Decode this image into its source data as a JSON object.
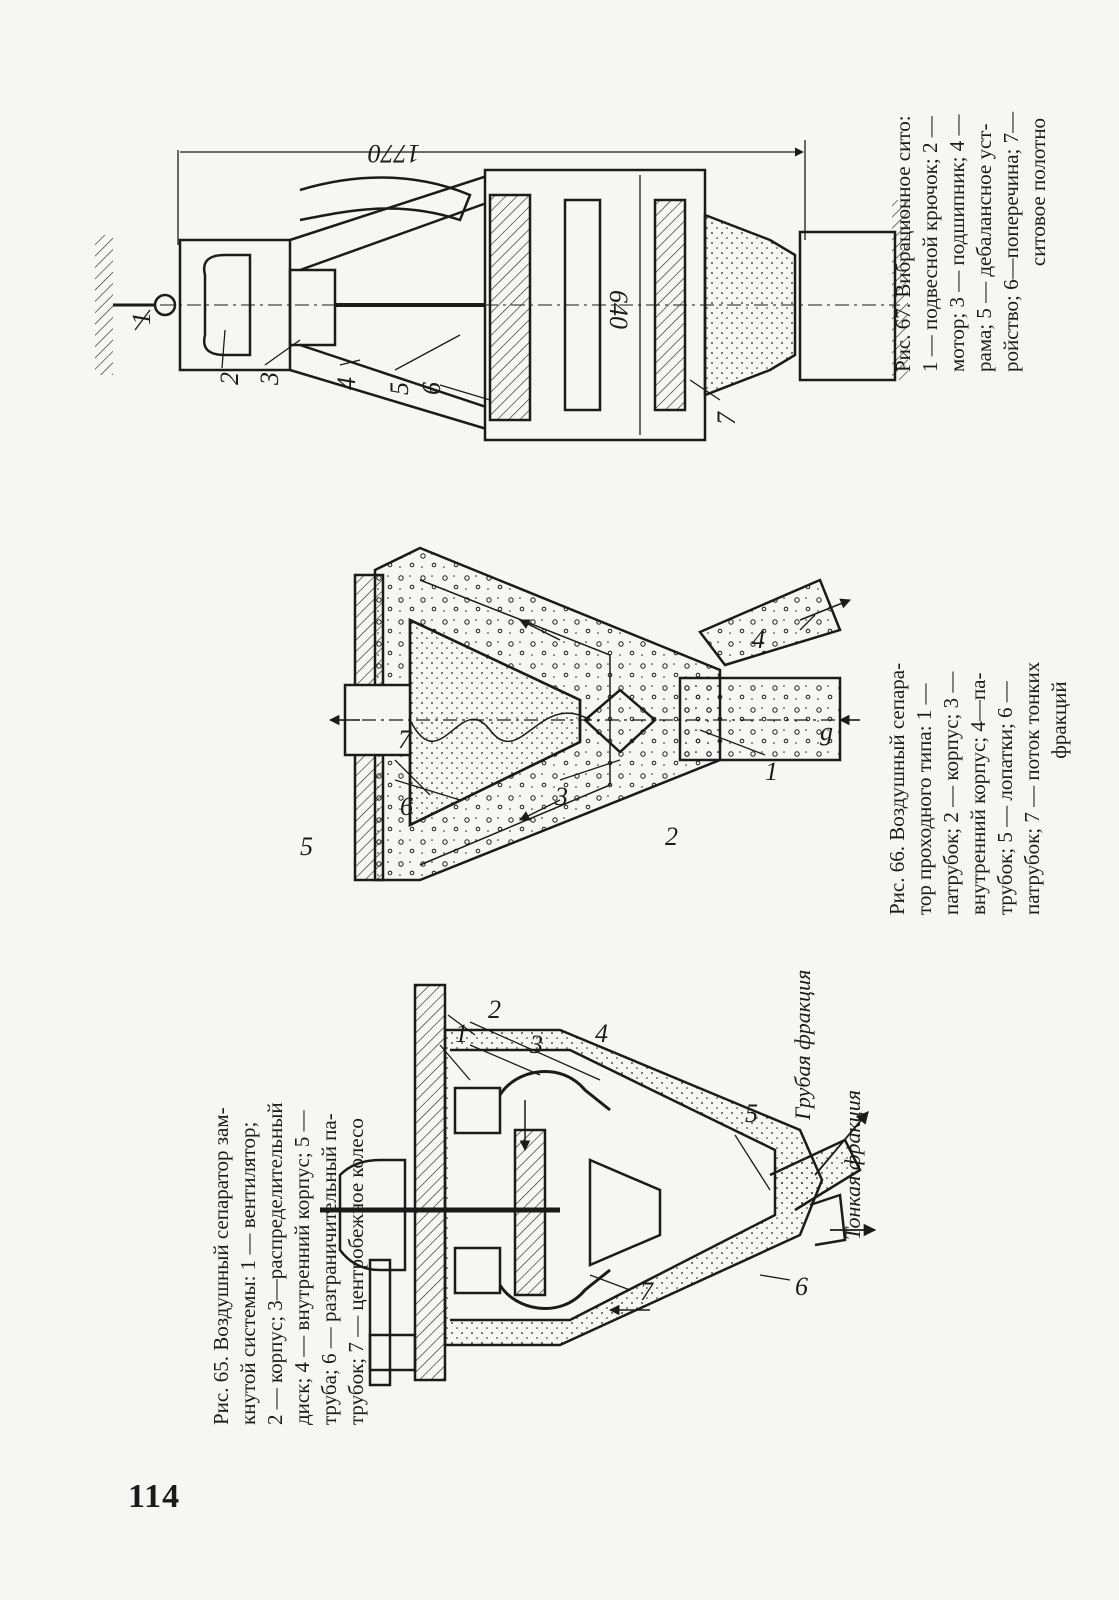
{
  "page_number": "114",
  "figures": [
    {
      "id": "fig65",
      "caption_lines": [
        "Рис. 65. Воздушный сепаратор зам-",
        "кнутой системы: 1 — вентилятор;",
        "2 — корпус; 3—распределительный",
        "диск; 4 — внутренний корпус; 5 —",
        "труба; 6 — разграничительный па-",
        "трубок; 7 — центробежное колесо"
      ],
      "labels": {
        "n1": "1",
        "n2": "2",
        "n3": "3",
        "n4": "4",
        "n5": "5",
        "n6": "6",
        "n7": "7",
        "coarse": "Грубая фракция",
        "fine": "Тонкая фракция"
      }
    },
    {
      "id": "fig66",
      "caption_lines": [
        "Рис. 66. Воздушный сепара-",
        "тор проходного типа: 1 —",
        "патрубок; 2 — корпус; 3 —",
        "внутренний корпус; 4—па-",
        "трубок; 5 — лопатки; 6 —",
        "патрубок; 7 — поток тонких",
        "фракций"
      ],
      "labels": {
        "n1": "1",
        "n2": "2",
        "n3": "3",
        "n4": "4",
        "n5": "5",
        "n6": "6",
        "n7": "7",
        "g": "g"
      }
    },
    {
      "id": "fig67",
      "caption_lines": [
        "Рис. 67. Вибрационное сито:",
        "1 — подвесной крючок; 2 —",
        "мотор; 3 — подшипник; 4 —",
        "рама; 5 — дебалансное уст-",
        "ройство; 6—поперечина; 7—",
        "ситовое полотно"
      ],
      "labels": {
        "n1": "1",
        "n2": "2",
        "n3": "3",
        "n4": "4",
        "n5": "5",
        "n6": "6",
        "n7": "7",
        "dim_total": "1770",
        "dim_width": "640"
      }
    }
  ],
  "colors": {
    "ink": "#1b1b1b",
    "paper": "#f6f6f2"
  }
}
